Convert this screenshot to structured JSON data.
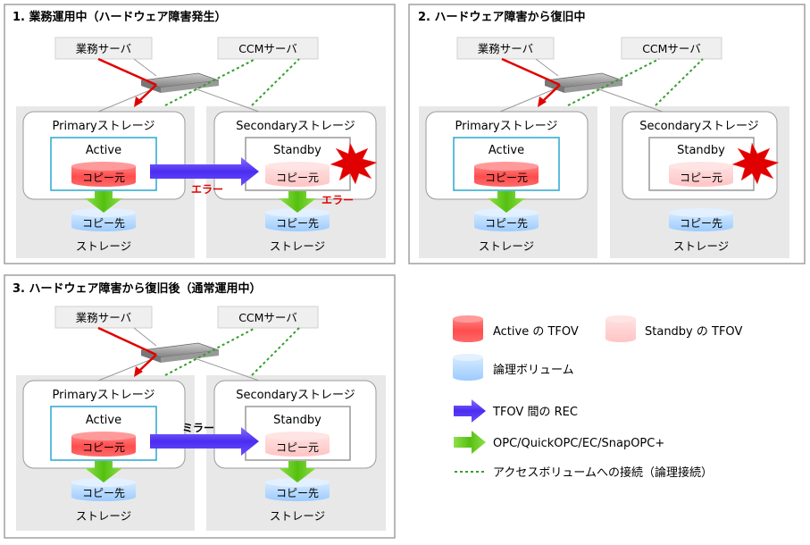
{
  "panels": [
    {
      "title": "1. 業務運用中（ハードウェア障害発生）",
      "business_server": "業務サーバ",
      "ccm_server": "CCMサーバ",
      "primary_storage": "Primaryストレージ",
      "secondary_storage": "Secondaryストレージ",
      "active": "Active",
      "standby": "Standby",
      "copy_source_primary": "コピー元",
      "copy_source_secondary": "コピー元",
      "copy_dest_primary": "コピー先",
      "copy_dest_secondary": "コピー先",
      "storage_primary": "ストレージ",
      "storage_secondary": "ストレージ",
      "error_rec": "エラー",
      "error_opc": "エラー"
    },
    {
      "title": "2. ハードウェア障害から復旧中",
      "business_server": "業務サーバ",
      "ccm_server": "CCMサーバ",
      "primary_storage": "Primaryストレージ",
      "secondary_storage": "Secondaryストレージ",
      "active": "Active",
      "standby": "Standby",
      "copy_source_primary": "コピー元",
      "copy_source_secondary": "コピー元",
      "copy_dest_primary": "コピー先",
      "copy_dest_secondary": "コピー先",
      "storage_primary": "ストレージ",
      "storage_secondary": "ストレージ"
    },
    {
      "title": "3. ハードウェア障害から復旧後（通常運用中）",
      "business_server": "業務サーバ",
      "ccm_server": "CCMサーバ",
      "primary_storage": "Primaryストレージ",
      "secondary_storage": "Secondaryストレージ",
      "active": "Active",
      "standby": "Standby",
      "copy_source_primary": "コピー元",
      "copy_source_secondary": "コピー元",
      "copy_dest_primary": "コピー先",
      "copy_dest_secondary": "コピー先",
      "storage_primary": "ストレージ",
      "storage_secondary": "ストレージ",
      "mirror_label": "ミラー"
    }
  ],
  "legend": {
    "active_tfov": "Active の TFOV",
    "standby_tfov": "Standby の TFOV",
    "logical_volume": "論理ボリューム",
    "rec": "TFOV 間の REC",
    "opc": "OPC/QuickOPC/EC/SnapOPC+",
    "access_link": "アクセスボリュームへの接続（論理接続）"
  },
  "colors": {
    "active_red": "#ff5a5a",
    "standby_pink": "#ffcccc",
    "volume_blue": "#a9d3ff",
    "rec_purple": "#5a3df5",
    "opc_green": "#66cc22",
    "link_green": "#33a02c",
    "error_red": "#e00000",
    "active_frame": "#2aa7cf",
    "standby_frame": "#999999"
  }
}
